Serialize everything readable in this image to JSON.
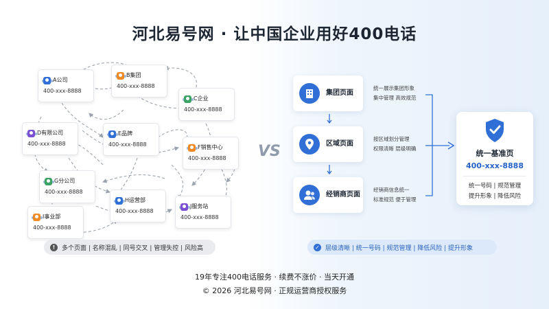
{
  "title": "河北易号网 · 让中国企业用好400电话",
  "left_cards": [
    {
      "name": "A公司",
      "number": "400-xxx-8888",
      "icon": "building-icon",
      "color": "#2f6fd6"
    },
    {
      "name": "B集团",
      "number": "400-xxx-8888",
      "icon": "user-icon",
      "color": "#f08a24"
    },
    {
      "name": "C企业",
      "number": "400-xxx-8888",
      "icon": "user-icon",
      "color": "#3aa365"
    },
    {
      "name": "D有限公司",
      "number": "400-xxx-8888",
      "icon": "user-icon",
      "color": "#7a4fd1"
    },
    {
      "name": "E品牌",
      "number": "400-xxx-8888",
      "icon": "user-icon",
      "color": "#2f6fd6"
    },
    {
      "name": "F销售中心",
      "number": "400-xxx-8888",
      "icon": "user-icon",
      "color": "#f08a24"
    },
    {
      "name": "G分公司",
      "number": "400-xxx-8888",
      "icon": "user-icon",
      "color": "#3aa365"
    },
    {
      "name": "H运营部",
      "number": "400-xxx-8888",
      "icon": "user-icon",
      "color": "#2f6fd6"
    },
    {
      "name": "I事业部",
      "number": "400-xxx-8888",
      "icon": "user-icon",
      "color": "#f08a24"
    },
    {
      "name": "J服务站",
      "number": "400-xxx-8888",
      "icon": "user-icon",
      "color": "#7a4fd1"
    }
  ],
  "left_pill": {
    "icon": "alert-icon",
    "text": "多个页面 | 名称混乱 | 同号交叉 | 管理失控 | 风险高"
  },
  "vs": "VS",
  "right_cards": [
    {
      "name": "集团页面",
      "icon": "building-icon",
      "desc": [
        "统一展示集团形象",
        "集中管理 高效规范"
      ]
    },
    {
      "name": "区域页面",
      "icon": "location-pin-icon",
      "desc": [
        "按区域划分管理",
        "权限清晰 层级明确"
      ]
    },
    {
      "name": "经销商页面",
      "icon": "people-icon",
      "desc": [
        "经销商信息统一",
        "标准规范 便于管理"
      ]
    }
  ],
  "standard": {
    "icon": "shield-check-icon",
    "name": "统一基准页",
    "number": "400-xxx-8888",
    "features": [
      "统一号码 | 规范管理",
      "提升形象 | 降低风险"
    ]
  },
  "right_pill": {
    "icon": "check-circle-icon",
    "text": "层级清晰 | 统一号码 | 规范管理 | 降低风险 | 提升形象"
  },
  "footer": {
    "line1": "19年专注400电话服务 · 续费不涨价 · 当天开通",
    "line2": "© 2026 河北易号网 · 正规运营商授权服务"
  },
  "colors": {
    "accent": "#2f6fd6",
    "accent_text": "#2563c7",
    "muted": "#8f9bab"
  }
}
